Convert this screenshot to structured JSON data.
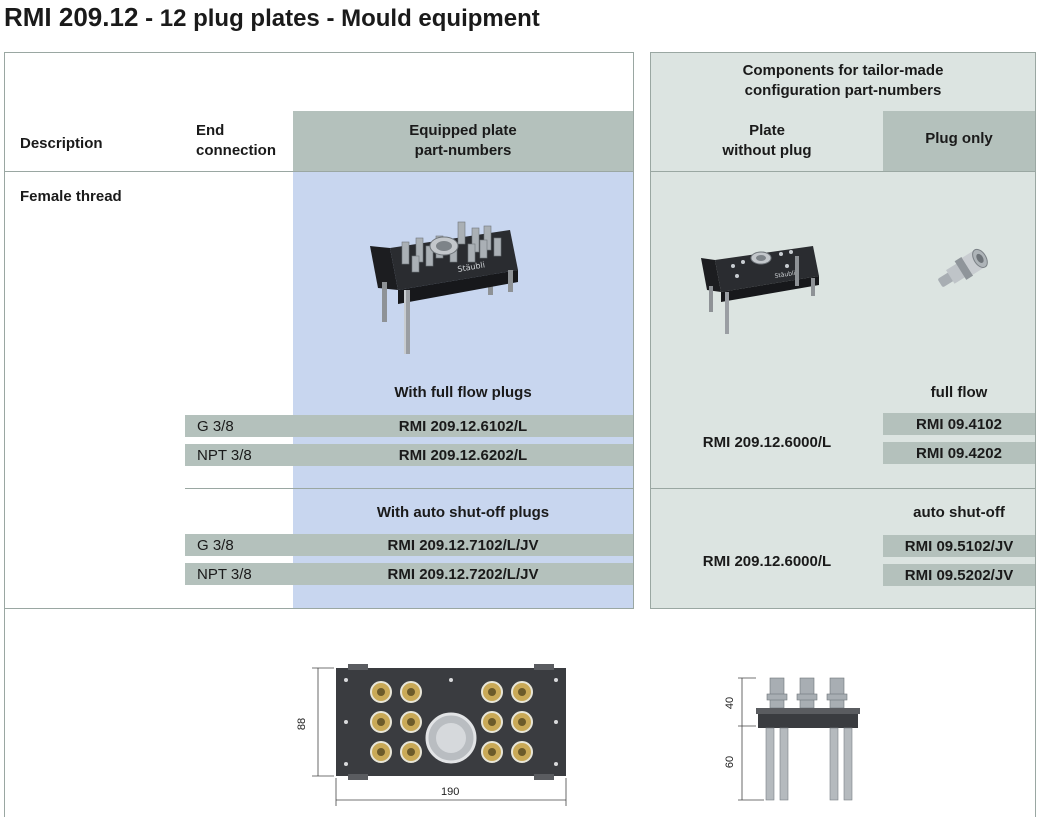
{
  "title": {
    "main": "RMI 209.12",
    "sub": " - 12 plug plates - Mould equipment"
  },
  "table": {
    "headers": {
      "description": "Description",
      "end_connection": "End\nconnection",
      "equipped_plate": "Equipped plate\npart-numbers",
      "components": "Components for tailor-made\nconfiguration part-numbers",
      "plate_without_plug": "Plate\nwithout plug",
      "plug_only": "Plug only"
    },
    "description_value": "Female thread",
    "full_flow": {
      "label": "With full flow plugs",
      "plug_label": "full flow",
      "plate_part": "RMI 209.12.6000/L",
      "rows": [
        {
          "connection": "G 3/8",
          "part": "RMI 209.12.6102/L",
          "plug": "RMI 09.4102"
        },
        {
          "connection": "NPT 3/8",
          "part": "RMI 209.12.6202/L",
          "plug": "RMI 09.4202"
        }
      ]
    },
    "auto_shutoff": {
      "label": "With auto shut-off plugs",
      "plug_label": "auto shut-off",
      "plate_part": "RMI 209.12.6000/L",
      "rows": [
        {
          "connection": "G 3/8",
          "part": "RMI 209.12.7102/L/JV",
          "plug": "RMI 09.5102/JV"
        },
        {
          "connection": "NPT 3/8",
          "part": "RMI 209.12.7202/L/JV",
          "plug": "RMI 09.5202/JV"
        }
      ]
    }
  },
  "drawings": {
    "width_dim": "190",
    "height_dim": "88",
    "side_top_dim": "40",
    "side_bottom_dim": "60"
  },
  "colors": {
    "header_green": "#b4c1bc",
    "light_green": "#dce4e1",
    "light_blue": "#c8d6ef",
    "plate_dark": "#2a2c30"
  }
}
